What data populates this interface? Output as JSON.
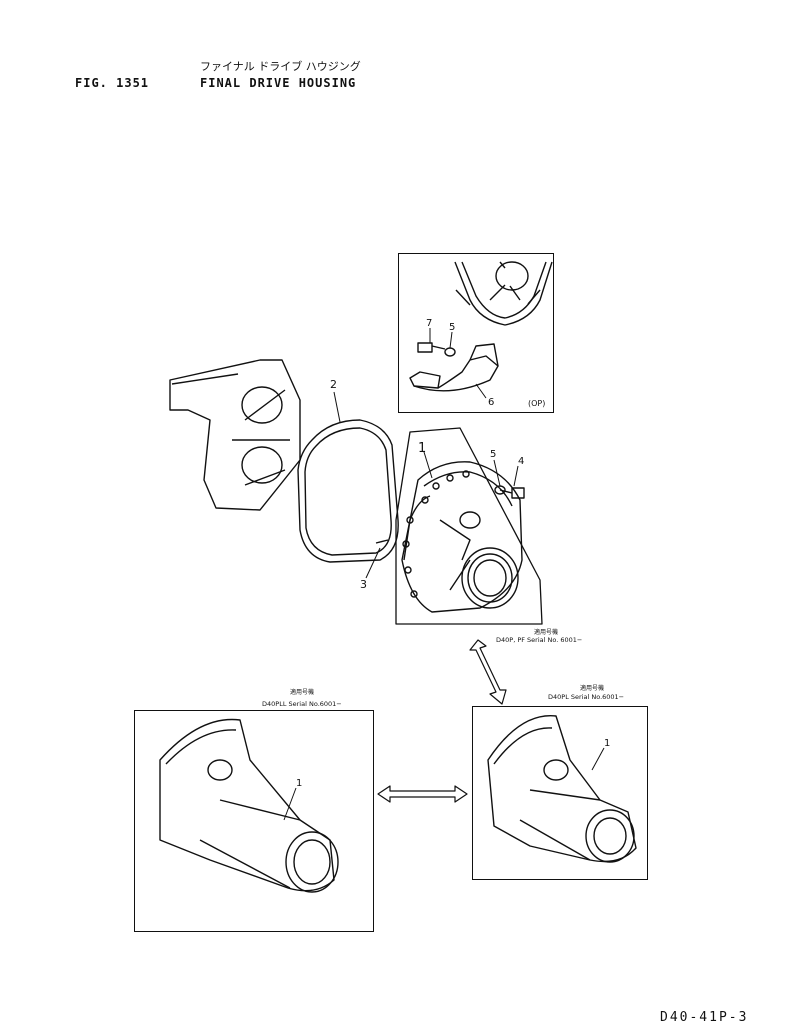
{
  "header": {
    "fig_number": "FIG. 1351",
    "title_jp": "ファイナル ドライブ ハウジング",
    "title_en": "FINAL DRIVE HOUSING"
  },
  "footer": {
    "page_code": "D40-41P-3"
  },
  "callouts": {
    "c1_main": "1",
    "c2_gasket": "2",
    "c3_pin": "3",
    "c4_bolt": "4",
    "c5_washer": "5",
    "c5_washer_op": "5",
    "c6_guard": "6",
    "c7_bolt_op": "7",
    "c1_pll": "1",
    "c1_pl": "1"
  },
  "insets": {
    "op": {
      "tag": "(OP)"
    },
    "main": {
      "label_jp": "適用号機",
      "serial": "D40P, PF  Serial  No. 6001−"
    },
    "pll": {
      "label_jp": "適用号機",
      "serial": "D40PLL Serial No.6001−"
    },
    "pl": {
      "label_jp": "適用号機",
      "serial": "D40PL Serial No.6001−"
    }
  }
}
